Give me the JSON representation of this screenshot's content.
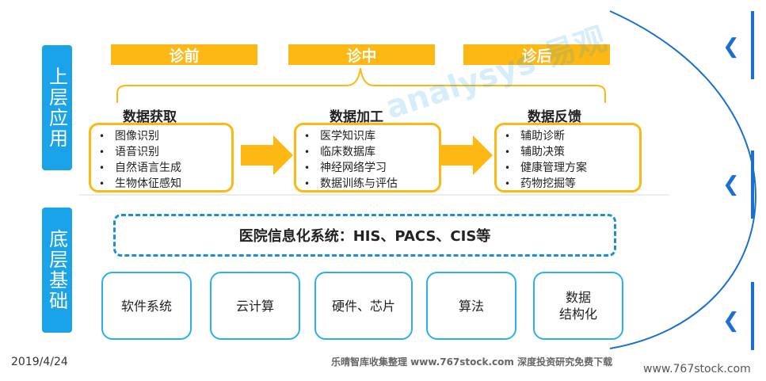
{
  "top_layer_label": "上层应用",
  "bottom_layer_label": "底层基础",
  "phases": [
    "诊前",
    "诊中",
    "诊后"
  ],
  "stages": [
    {
      "heading": "数据获取",
      "items": [
        "图像识别",
        "语音识别",
        "自然语言生成",
        "生物体征感知"
      ]
    },
    {
      "heading": "数据加工",
      "items": [
        "医学知识库",
        "临床数据库",
        "神经网络学习",
        "数据训练与评估"
      ]
    },
    {
      "heading": "数据反馈",
      "items": [
        "辅助诊断",
        "辅助决策",
        "健康管理方案",
        "药物挖掘等"
      ]
    }
  ],
  "his_text": "医院信息化系统：HIS、PACS、CIS等",
  "base_items": [
    "软件系统",
    "云计算",
    "硬件、芯片",
    "算法",
    "数据\n结构化"
  ],
  "watermark": "analysys 易观",
  "date": "2019/4/24",
  "footer_center": "乐晴智库收集整理 www.767stock.com 深度投资研究免费下载",
  "footer_right": "www.767stock.com",
  "colors": {
    "primary_blue": "#1aa3e8",
    "accent_yellow": "#fdb813",
    "dark_blue": "#1a6fd0"
  }
}
